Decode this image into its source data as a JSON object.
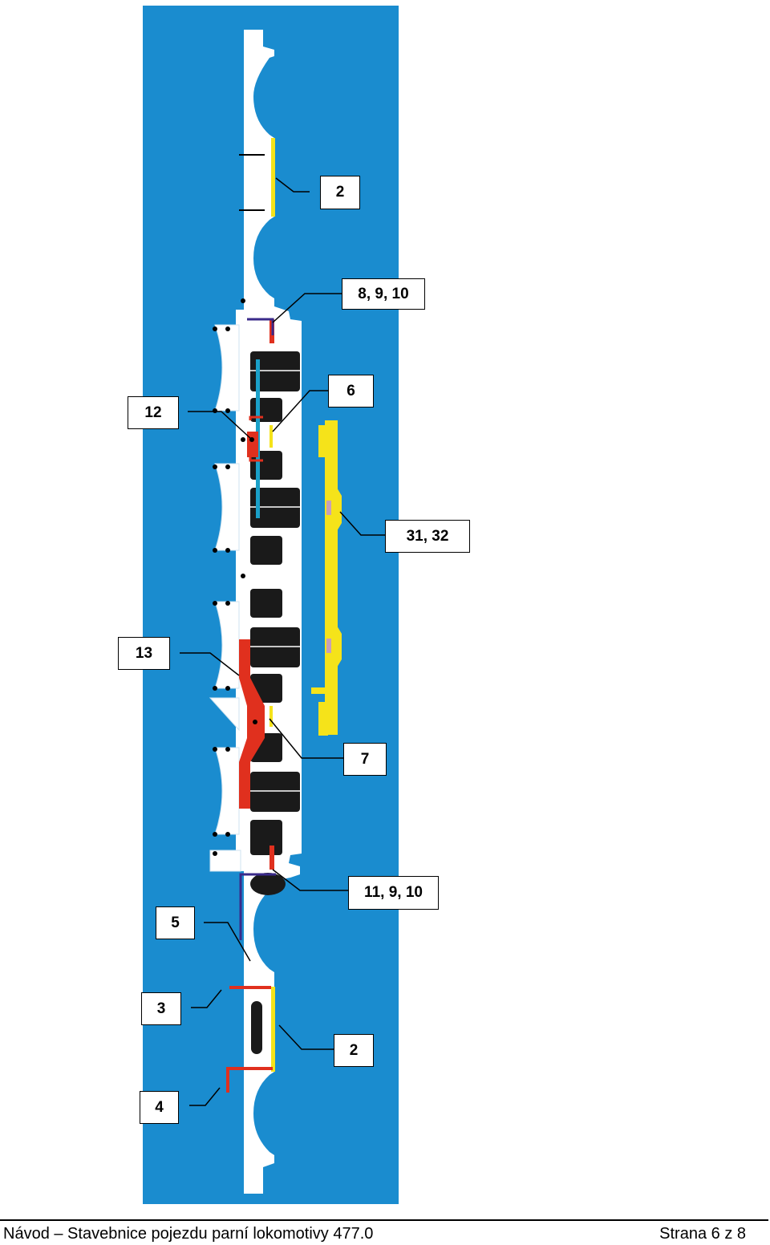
{
  "callouts": [
    {
      "id": "c2top",
      "label": "2"
    },
    {
      "id": "c8910",
      "label": "8, 9, 10"
    },
    {
      "id": "c6",
      "label": "6"
    },
    {
      "id": "c12",
      "label": "12"
    },
    {
      "id": "c3132",
      "label": "31, 32"
    },
    {
      "id": "c13",
      "label": "13"
    },
    {
      "id": "c7",
      "label": "7"
    },
    {
      "id": "c11910",
      "label": "11, 9, 10"
    },
    {
      "id": "c5",
      "label": "5"
    },
    {
      "id": "c3",
      "label": "3"
    },
    {
      "id": "c2bottom",
      "label": "2"
    },
    {
      "id": "c4",
      "label": "4"
    }
  ],
  "footer": {
    "title": "Návod – Stavebnice pojezdu parní lokomotivy 477.0",
    "page": "Strana 6 z 8"
  },
  "colors": {
    "background_panel": "#1a8ccf",
    "frame": "#ffffff",
    "blocks": "#1a1a1a",
    "part_yellow": "#f5e31a",
    "part_red": "#e0301e",
    "part_purple": "#3a2a8a",
    "part_cyan": "#1aa0c8"
  }
}
